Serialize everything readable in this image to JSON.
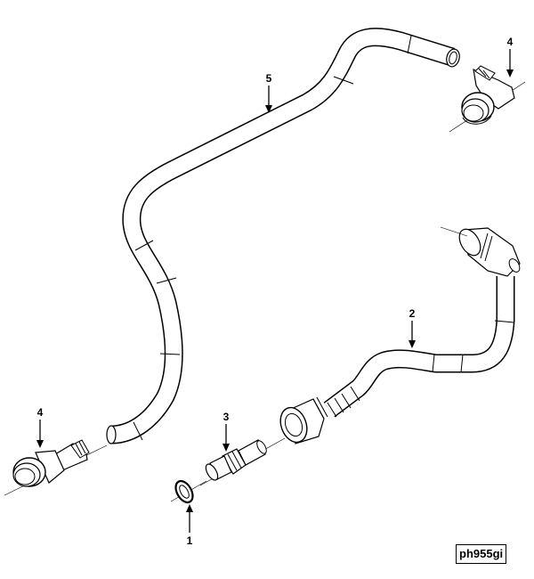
{
  "callouts": [
    {
      "id": "washer",
      "label": "1"
    },
    {
      "id": "hose-lower",
      "label": "2"
    },
    {
      "id": "adapter",
      "label": "3"
    },
    {
      "id": "elbow-left",
      "label": "4"
    },
    {
      "id": "elbow-right",
      "label": "4"
    },
    {
      "id": "hose-upper",
      "label": "5"
    }
  ],
  "reference_code": "ph955gi"
}
